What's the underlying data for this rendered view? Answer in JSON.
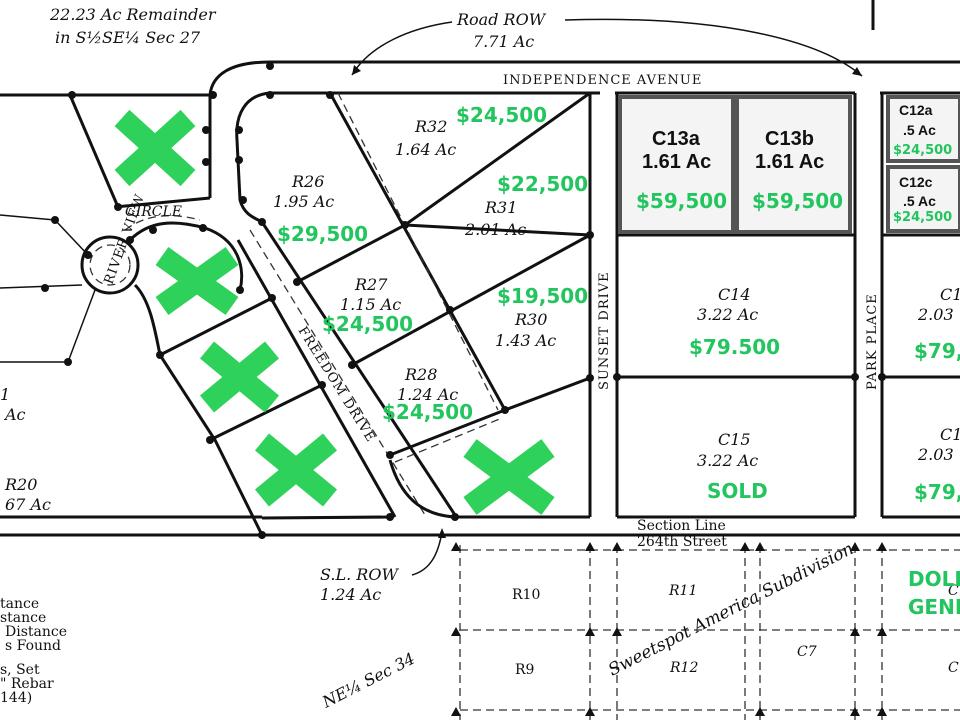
{
  "map": {
    "remainder_note": [
      "22.23 Ac Remainder",
      "in S½SE¼ Sec 27"
    ],
    "road_row": [
      "Road ROW",
      "7.71 Ac"
    ],
    "sl_row": [
      "S.L. ROW",
      "1.24 Ac"
    ],
    "section_line": [
      "Section Line",
      "264th Street"
    ],
    "ne_sec": "NE¼ Sec 34",
    "subdivision": "Sweetspot America Subdivision",
    "streets": {
      "independence": "INDEPENDENCE AVENUE",
      "river_view": "RIVER VIEW",
      "circle": "CIRCLE",
      "freedom": "FREEDOM DRIVE",
      "sunset": "SUNSET DRIVE",
      "park": "PARK PLACE"
    },
    "lots": {
      "r32": {
        "name": "R32",
        "area": "1.64 Ac",
        "price": "$24,500"
      },
      "r26": {
        "name": "R26",
        "area": "1.95 Ac",
        "price": "$29,500"
      },
      "r31": {
        "name": "R31",
        "area": "2.01 Ac",
        "price": "$22,500"
      },
      "r27": {
        "name": "R27",
        "area": "1.15 Ac",
        "price": "$24,500"
      },
      "r30": {
        "name": "R30",
        "area": "1.43 Ac",
        "price": "$19,500"
      },
      "r28": {
        "name": "R28",
        "area": "1.24 Ac",
        "price": "$24,500"
      },
      "c13a": {
        "name": "C13a",
        "area": "1.61 Ac",
        "price": "$59,500"
      },
      "c13b": {
        "name": "C13b",
        "area": "1.61 Ac",
        "price": "$59,500"
      },
      "c12a": {
        "name": "C12a",
        "area": ".5 Ac",
        "price": "$24,500"
      },
      "c12c": {
        "name": "C12c",
        "area": ".5 Ac",
        "price": "$24,500"
      },
      "c14": {
        "name": "C14",
        "area": "3.22 Ac",
        "price": "$79.500"
      },
      "c15": {
        "name": "C15",
        "area": "3.22 Ac",
        "price": "SOLD"
      },
      "c1_upper": {
        "name": "C1",
        "area": "2.03",
        "price": "$79,"
      },
      "c1_lower": {
        "name": "C1",
        "area": "2.03",
        "price": "$79,"
      },
      "r20": {
        "name": "R20",
        "area": "67 Ac"
      },
      "left_partial": {
        "name": "1",
        "area": "Ac"
      },
      "r10": "R10",
      "r11": "R11",
      "r12": "R12",
      "r9": "R9",
      "c7": "C7",
      "c_right": "C"
    },
    "dollar_general": [
      "DOLL",
      "GENE"
    ],
    "legend_partial": [
      "tance",
      "stance",
      "Distance",
      "s Found",
      "s, Set",
      "\" Rebar",
      "144)"
    ],
    "colors": {
      "accent_green": "#22c55e",
      "x_green": "#2ed15a",
      "line": "#111111"
    }
  }
}
